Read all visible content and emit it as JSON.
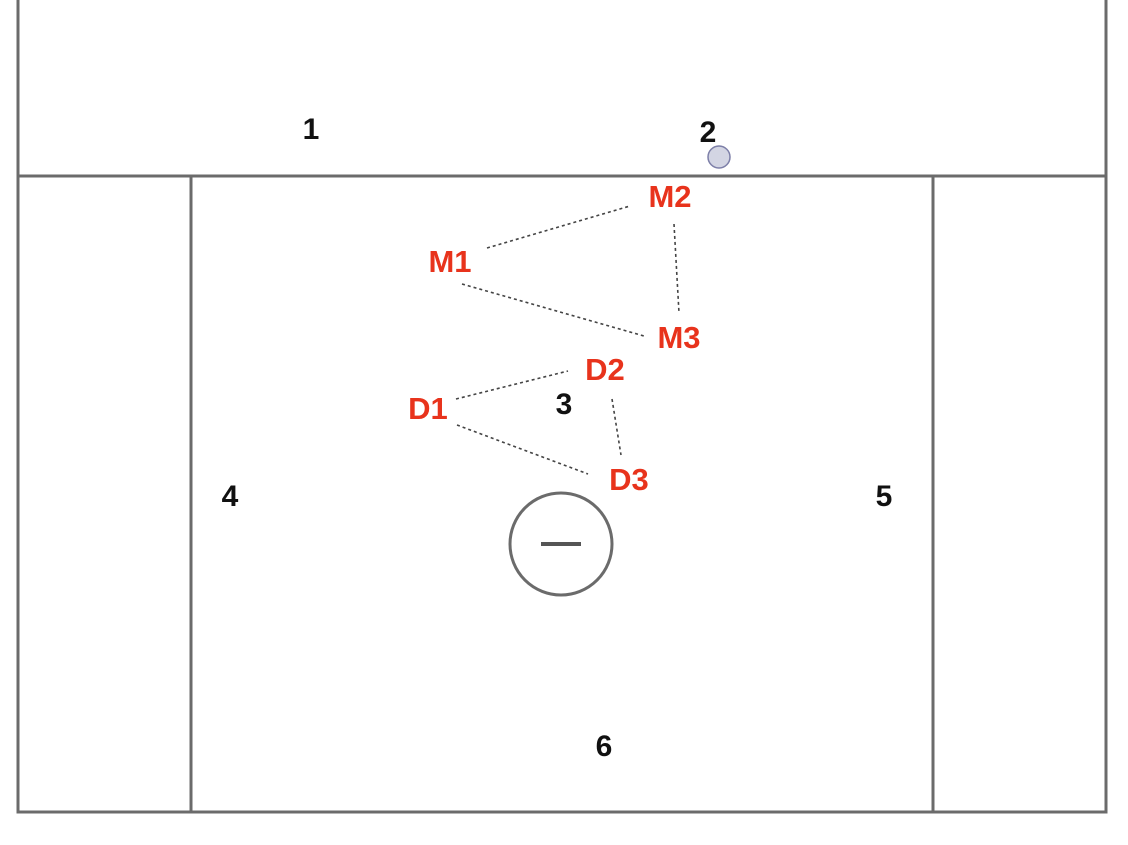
{
  "colors": {
    "field_lines": "#6b6b6b",
    "player_labels": "#e8331c",
    "zone_labels": "#111111",
    "ball_fill": "#d3d5e3",
    "ball_stroke": "#7d7fa8"
  },
  "zones": [
    {
      "id": "zone-1",
      "label": "1"
    },
    {
      "id": "zone-2",
      "label": "2"
    },
    {
      "id": "zone-3",
      "label": "3"
    },
    {
      "id": "zone-4",
      "label": "4"
    },
    {
      "id": "zone-5",
      "label": "5"
    },
    {
      "id": "zone-6",
      "label": "6"
    }
  ],
  "players": [
    {
      "id": "m1",
      "label": "M1"
    },
    {
      "id": "m2",
      "label": "M2"
    },
    {
      "id": "m3",
      "label": "M3"
    },
    {
      "id": "d1",
      "label": "D1"
    },
    {
      "id": "d2",
      "label": "D2"
    },
    {
      "id": "d3",
      "label": "D3"
    }
  ],
  "connections": [
    {
      "from": "M1",
      "to": "M2"
    },
    {
      "from": "M2",
      "to": "M3"
    },
    {
      "from": "M1",
      "to": "M3"
    },
    {
      "from": "D1",
      "to": "D2"
    },
    {
      "from": "D2",
      "to": "D3"
    },
    {
      "from": "D1",
      "to": "D3"
    }
  ],
  "icons": {
    "goal": "goal-crease-icon",
    "ball": "ball-icon"
  }
}
